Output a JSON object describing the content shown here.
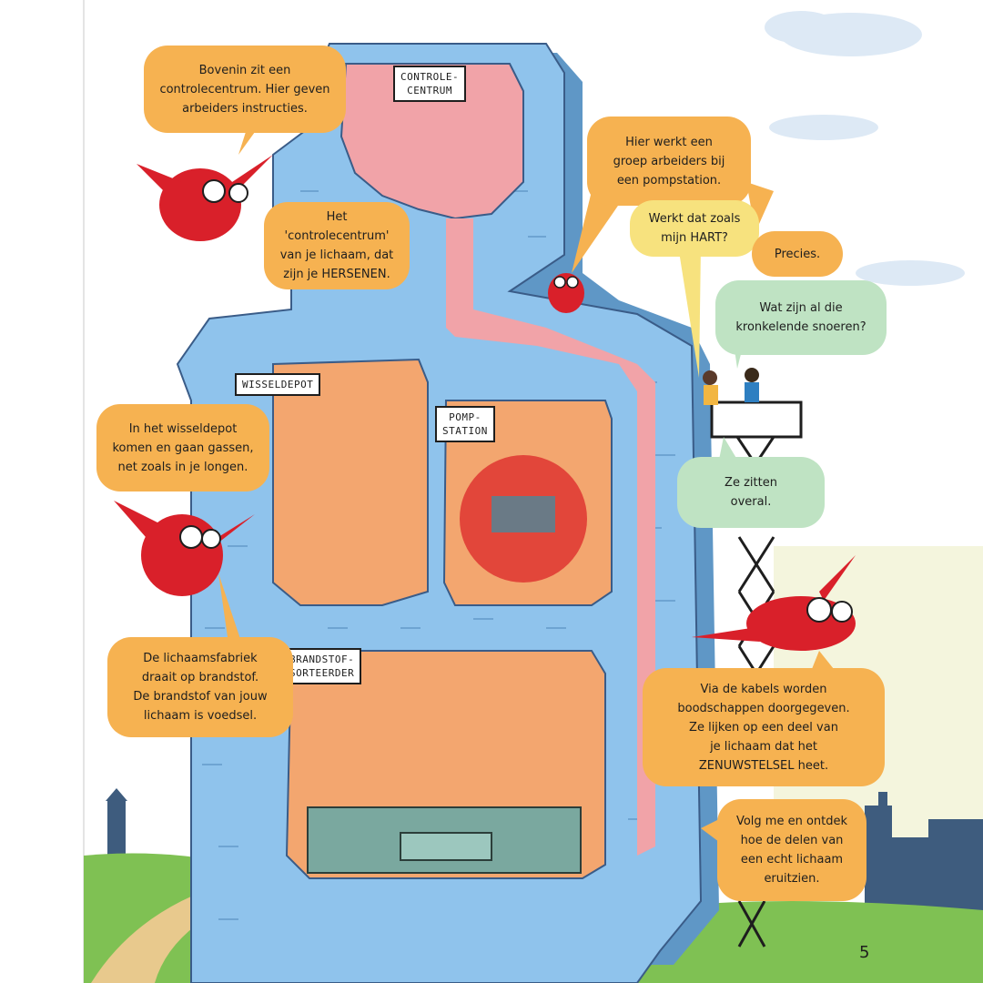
{
  "page_number": "5",
  "signs": {
    "control_center": [
      "CONTROLE-",
      "CENTRUM"
    ],
    "switch_depot": "WISSELDEPOT",
    "pump_station": [
      "POMP-",
      "STATION"
    ],
    "fuel_sorter": [
      "BRANDSTOF-",
      "SORTEERDER"
    ]
  },
  "bubbles": {
    "top_left": [
      "Bovenin zit een",
      "controlecentrum. Hier geven",
      "arbeiders instructies."
    ],
    "brain": [
      "Het 'controlecentrum'",
      "van je lichaam, dat",
      "zijn je HERSENEN."
    ],
    "pump_workers": [
      "Hier werkt een",
      "groep arbeiders bij",
      "een pompstation."
    ],
    "heart_question": [
      "Werkt dat zoals",
      "mijn HART?"
    ],
    "precisely": [
      "Precies."
    ],
    "cables_question": [
      "Wat zijn al die",
      "kronkelende snoeren?"
    ],
    "everywhere": [
      "Ze zitten",
      "overal."
    ],
    "lungs": [
      "In het wisseldepot",
      "komen en gaan gassen,",
      "net zoals in je longen."
    ],
    "fuel": [
      "De lichaamsfabriek",
      "draait op brandstof.",
      "De brandstof van jouw",
      "lichaam is voedsel."
    ],
    "nerves": [
      "Via de kabels worden",
      "boodschappen doorgegeven.",
      "Ze lijken op een deel van",
      "je lichaam dat het",
      "ZENUWSTELSEL heet."
    ],
    "follow_me": [
      "Volg me en ontdek",
      "hoe de delen van",
      "een echt lichaam",
      "eruitzien."
    ]
  },
  "colors": {
    "building": "#8fc3ec",
    "building_edge": "#5f97c6",
    "room_pink": "#f1a3a8",
    "room_orange": "#f3a66f",
    "cable": "#3b2f2f",
    "owl_red": "#d9202a",
    "grass": "#7fc153",
    "sky_cloud": "#dde9f5",
    "bubble_orange": "#f6b251",
    "bubble_yellow": "#f7e27e",
    "bubble_green": "#bfe3c3"
  }
}
